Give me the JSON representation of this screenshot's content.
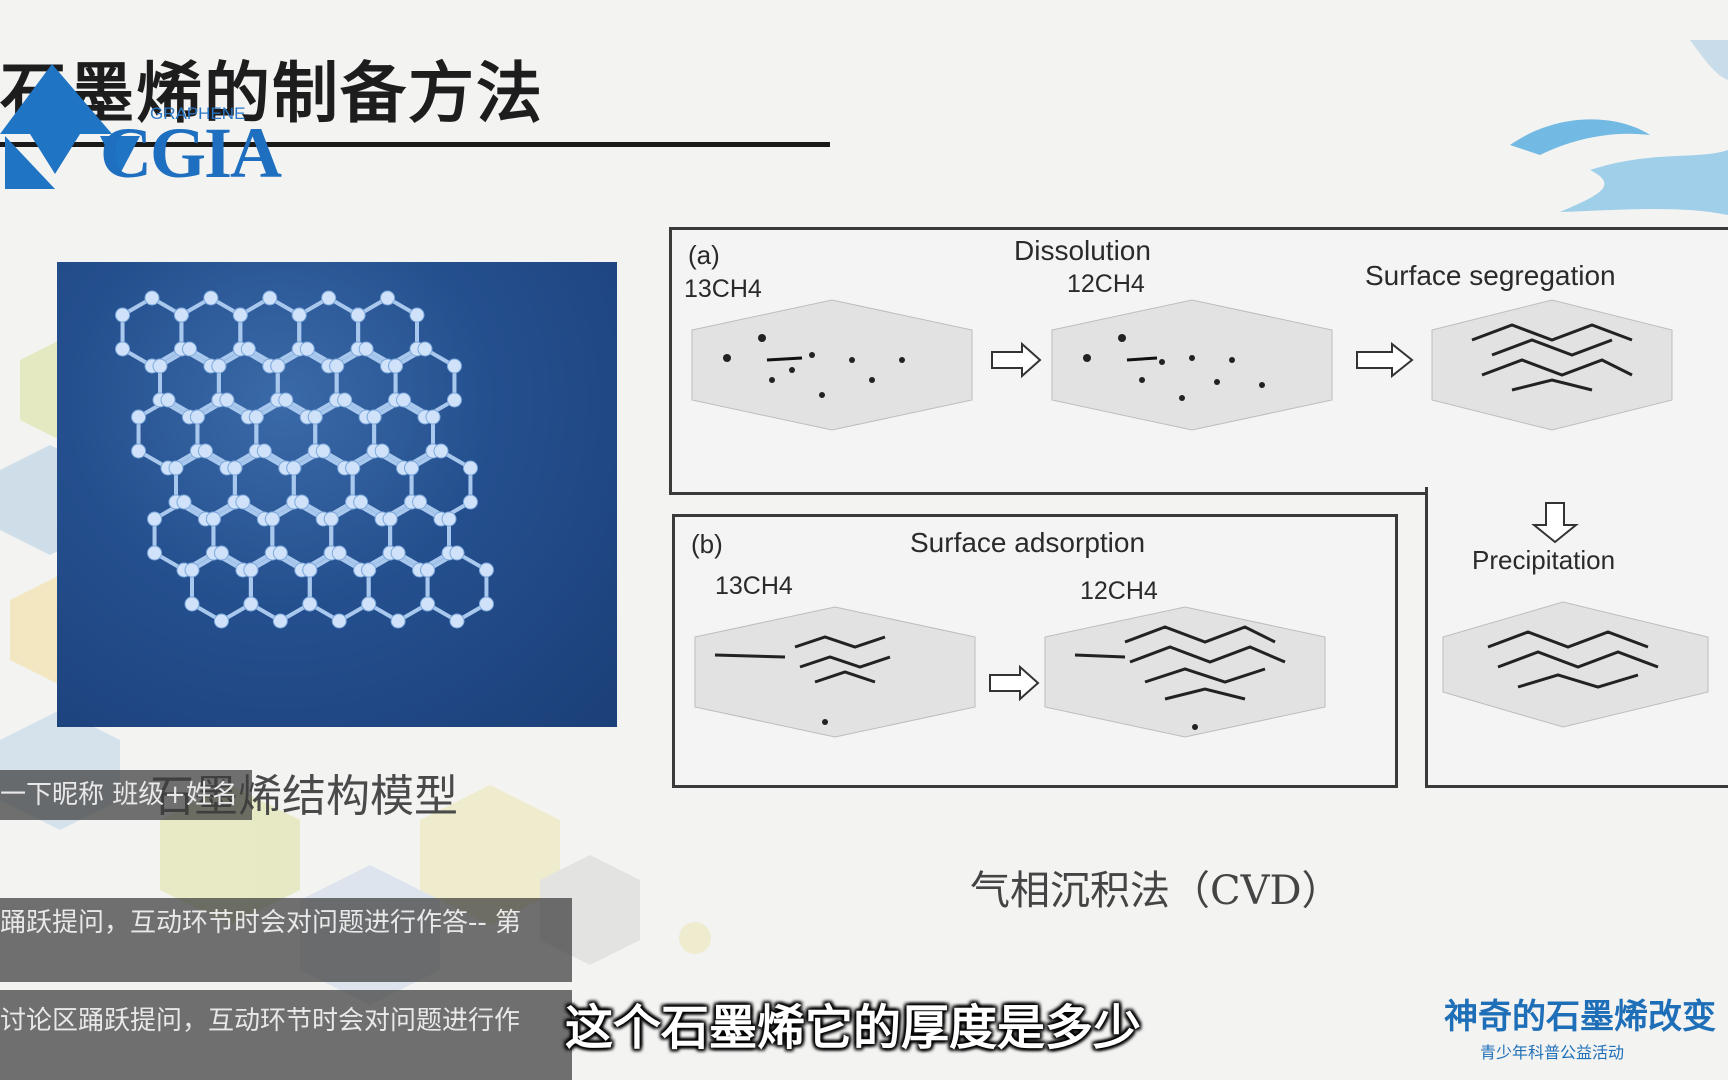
{
  "slide": {
    "title": "石墨烯的制备方法",
    "left_caption": "石墨烯结构模型",
    "bottom_caption": "气相沉积法（CVD）"
  },
  "logo": {
    "sub": "GRAPHENE",
    "main": "CGIA"
  },
  "figure": {
    "panel_a": {
      "tag": "(a)",
      "dissolution": "Dissolution",
      "segregation": "Surface segregation",
      "precipitation": "Precipitation",
      "ch4_13": "13CH4",
      "ch4_12": "12CH4"
    },
    "panel_b": {
      "tag": "(b)",
      "adsorption": "Surface adsorption",
      "ch4_13": "13CH4",
      "ch4_12": "12CH4"
    }
  },
  "overlay": {
    "chat1": "一下昵称 班级+姓名",
    "chat2": "踊跃提问，互动环节时会对问题进行作答-- 第",
    "chat3": "讨论区踊跃提问，互动环节时会对问题进行作",
    "subtitle": "这个石墨烯它的厚度是多少"
  },
  "brand": {
    "main": "神奇的石墨烯改变",
    "sub": "青少年科普公益活动"
  }
}
